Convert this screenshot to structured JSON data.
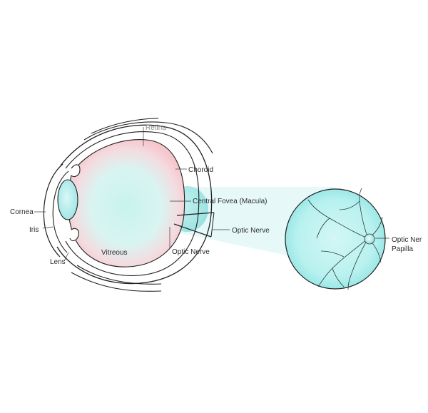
{
  "labels": {
    "retina": "Retina",
    "choroid": "Choroid",
    "central_fovea": "Central Fovea (Macula)",
    "optic_nerve_right": "Optic Nerve",
    "optic_nerve_bottom": "Optic Nerve",
    "cornea": "Cornea",
    "iris": "Iris",
    "lens": "Lens",
    "vitreous": "Vitreous",
    "optic_nerve_papilla_line1": "Optic Ner",
    "optic_nerve_papilla_line2": "Papilla"
  },
  "colors": {
    "outline": "#1f1f1f",
    "vitreous_fill": "#d8f6f4",
    "retina_glow": "#f7c9cf",
    "zoom_fill": "#aef0ee",
    "zoom_rim": "#5fd2d2",
    "beam": "#e3f8f7",
    "grey_label": "#8c8c8c"
  }
}
